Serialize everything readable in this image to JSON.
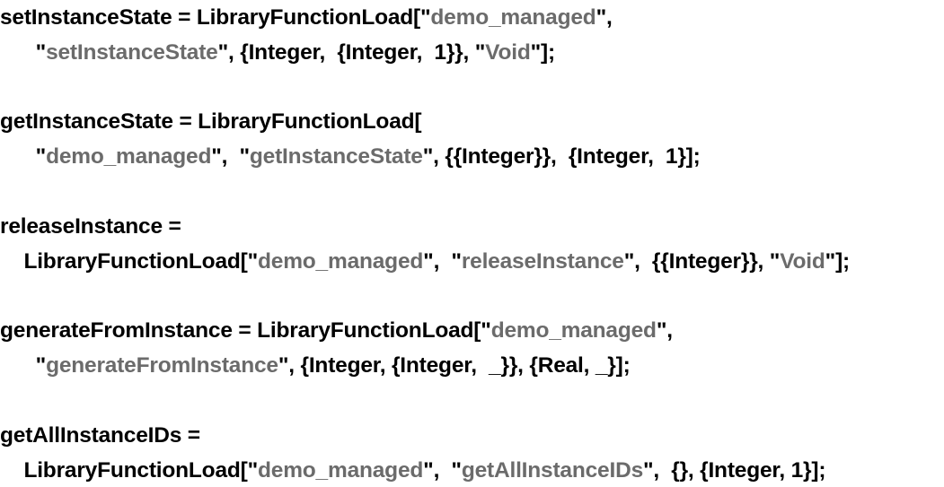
{
  "notebook": {
    "lines": [
      {
        "indent": "",
        "tokens": [
          {
            "text": "setInstanceState = LibraryFunctionLoad[\"",
            "kind": "plain"
          },
          {
            "text": "demo_managed",
            "kind": "str"
          },
          {
            "text": "\",",
            "kind": "plain"
          }
        ]
      },
      {
        "indent": "      ",
        "tokens": [
          {
            "text": "\"",
            "kind": "plain"
          },
          {
            "text": "setInstanceState",
            "kind": "str"
          },
          {
            "text": "\", {Integer,  {Integer,  1}}, \"",
            "kind": "plain"
          },
          {
            "text": "Void",
            "kind": "str"
          },
          {
            "text": "\"];",
            "kind": "plain"
          }
        ]
      },
      {
        "indent": "",
        "tokens": [
          {
            "text": "getInstanceState = LibraryFunctionLoad[",
            "kind": "plain"
          }
        ]
      },
      {
        "indent": "      ",
        "tokens": [
          {
            "text": "\"",
            "kind": "plain"
          },
          {
            "text": "demo_managed",
            "kind": "str"
          },
          {
            "text": "\",  \"",
            "kind": "plain"
          },
          {
            "text": "getInstanceState",
            "kind": "str"
          },
          {
            "text": "\", {{Integer}},  {Integer,  1}];",
            "kind": "plain"
          }
        ]
      },
      {
        "indent": "",
        "tokens": [
          {
            "text": "releaseInstance =",
            "kind": "plain"
          }
        ]
      },
      {
        "indent": "    ",
        "tokens": [
          {
            "text": "LibraryFunctionLoad[\"",
            "kind": "plain"
          },
          {
            "text": "demo_managed",
            "kind": "str"
          },
          {
            "text": "\",  \"",
            "kind": "plain"
          },
          {
            "text": "releaseInstance",
            "kind": "str"
          },
          {
            "text": "\",  {{Integer}}, \"",
            "kind": "plain"
          },
          {
            "text": "Void",
            "kind": "str"
          },
          {
            "text": "\"];",
            "kind": "plain"
          }
        ]
      },
      {
        "indent": "",
        "tokens": [
          {
            "text": "generateFromInstance = LibraryFunctionLoad[\"",
            "kind": "plain"
          },
          {
            "text": "demo_managed",
            "kind": "str"
          },
          {
            "text": "\",",
            "kind": "plain"
          }
        ]
      },
      {
        "indent": "      ",
        "tokens": [
          {
            "text": "\"",
            "kind": "plain"
          },
          {
            "text": "generateFromInstance",
            "kind": "str"
          },
          {
            "text": "\", {Integer, {Integer,  _}}, {Real, _}];",
            "kind": "plain"
          }
        ]
      },
      {
        "indent": "",
        "tokens": [
          {
            "text": "getAllInstanceIDs =",
            "kind": "plain"
          }
        ]
      },
      {
        "indent": "    ",
        "tokens": [
          {
            "text": "LibraryFunctionLoad[\"",
            "kind": "plain"
          },
          {
            "text": "demo_managed",
            "kind": "str"
          },
          {
            "text": "\",  \"",
            "kind": "plain"
          },
          {
            "text": "getAllInstanceIDs",
            "kind": "str"
          },
          {
            "text": "\",  {}, {Integer, 1}];",
            "kind": "plain"
          }
        ]
      }
    ]
  },
  "colors": {
    "code": "#000000",
    "string": "#6b6b6b",
    "background": "#ffffff"
  }
}
